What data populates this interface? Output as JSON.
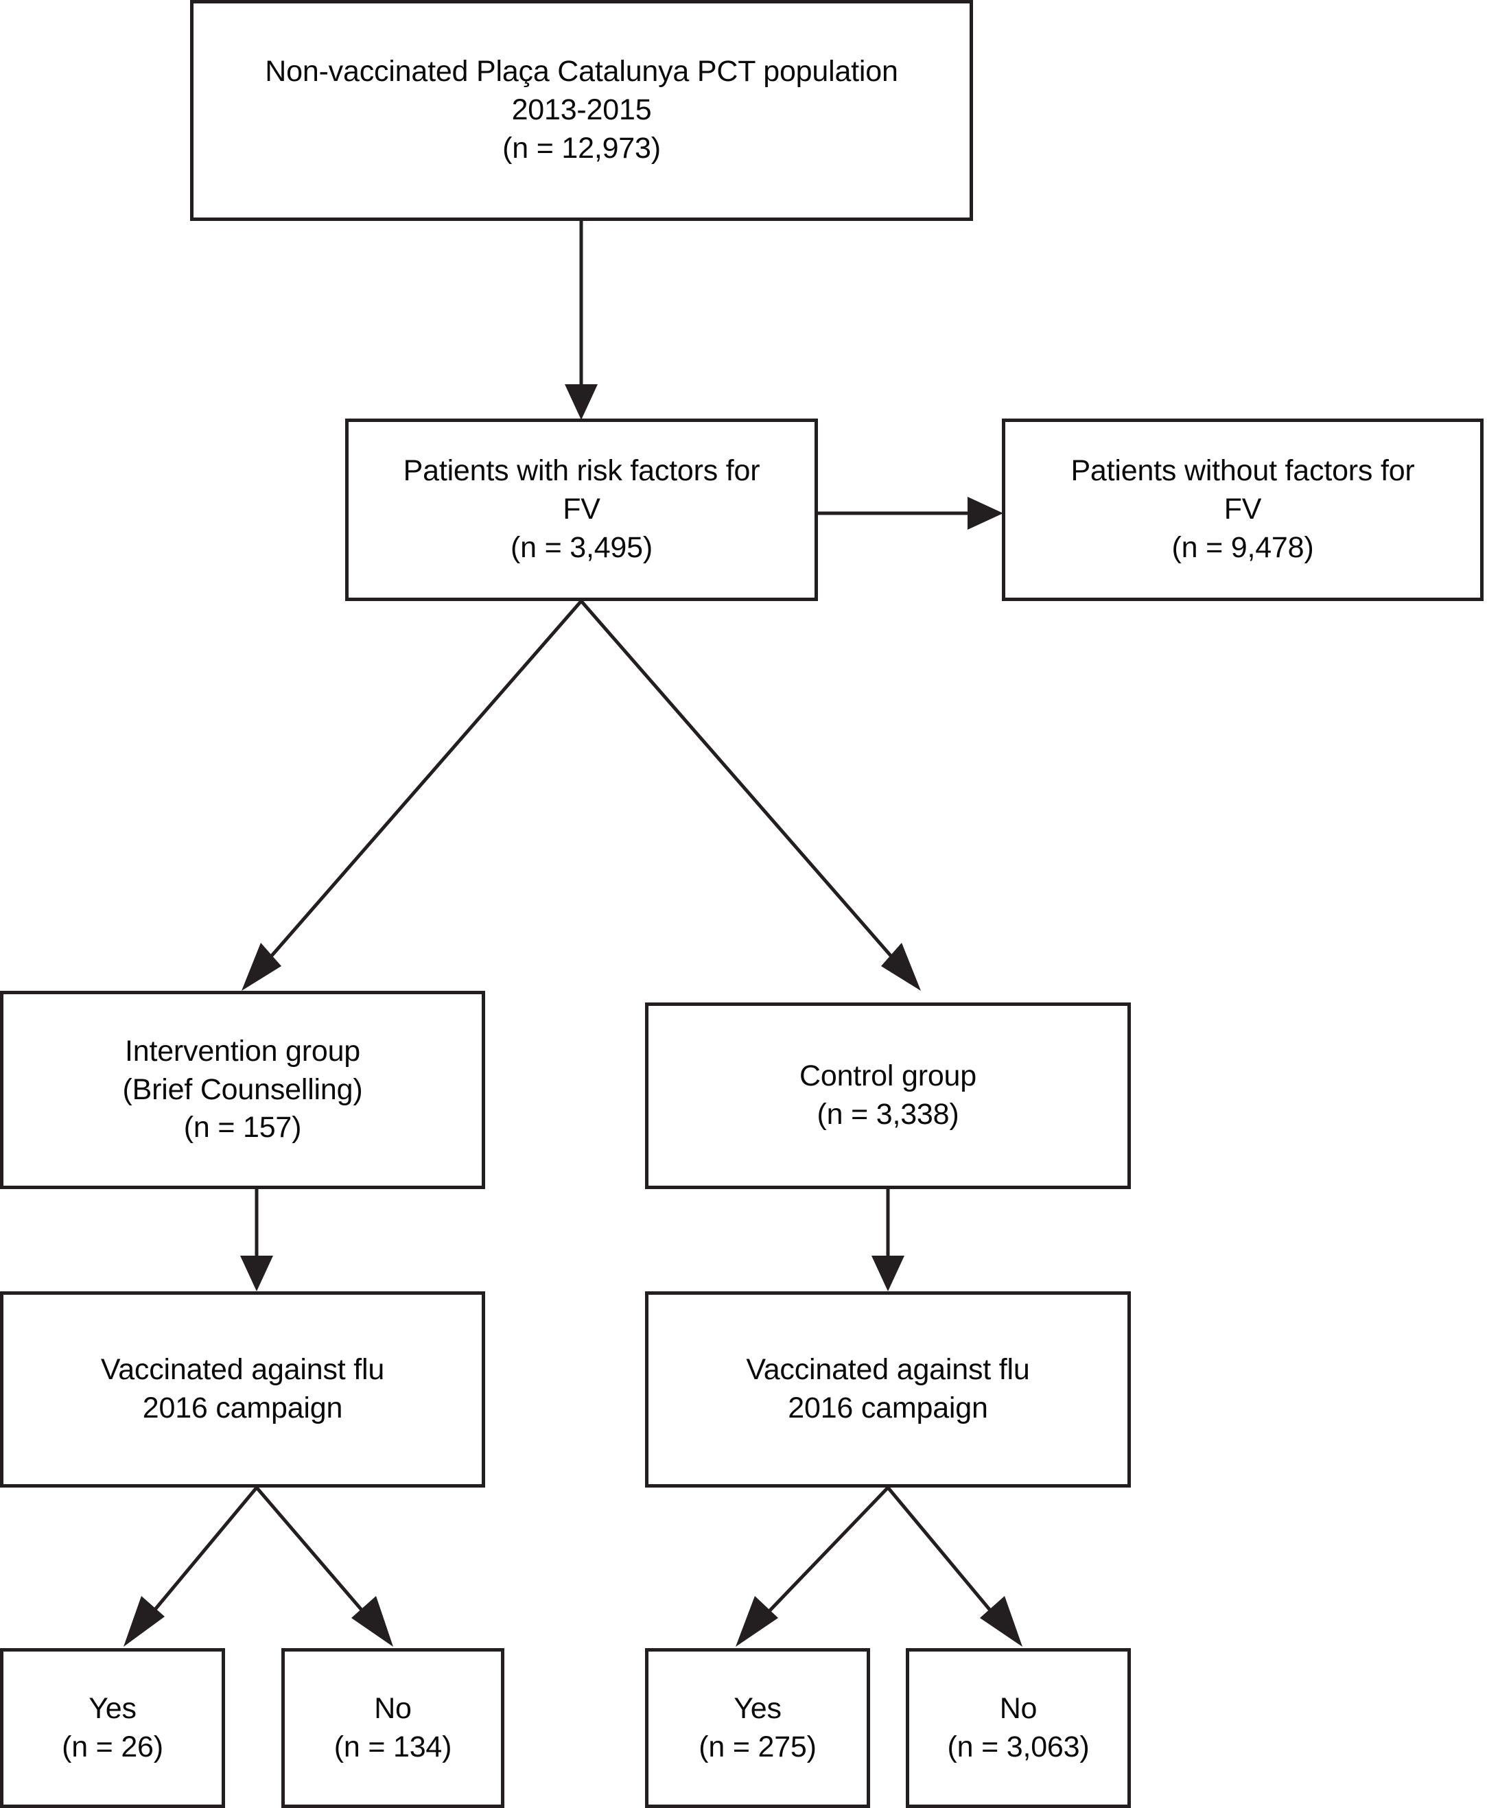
{
  "diagram": {
    "type": "flowchart",
    "title": "Study population flow diagram",
    "colors": {
      "box_border": "#231f20",
      "text": "#0a0a0a",
      "background": "#ffffff",
      "connector": "#231f20"
    },
    "nodes": [
      {
        "id": "source-population",
        "text": "Non-vaccinated Plaça Catalunya PCT population\n2013-2015\n(n = 12,973)",
        "label": "Non-vaccinated Plaça Catalunya PCT population",
        "period": "2013-2015",
        "n": "(n = 12,973)",
        "count": 12973
      },
      {
        "id": "with-risk-factors",
        "text": "Patients with risk factors for\nFV\n(n = 3,495)",
        "label": "Patients with risk factors for FV",
        "n": "(n = 3,495)",
        "count": 3495
      },
      {
        "id": "without-risk-factors",
        "text": "Patients without factors for\nFV\n(n = 9,478)",
        "label": "Patients without factors for FV",
        "n": "(n = 9,478)",
        "count": 9478
      },
      {
        "id": "intervention-group",
        "text": "Intervention group\n(Brief Counselling)\n(n = 157)",
        "label": "Intervention group (Brief Counselling)",
        "n": "(n = 157)",
        "count": 157
      },
      {
        "id": "control-group",
        "text": "Control group\n(n = 3,338)",
        "label": "Control group",
        "n": "(n = 3,338)",
        "count": 3338
      },
      {
        "id": "intervention-vaccinated",
        "text": "Vaccinated against flu\n2016 campaign",
        "label": "Vaccinated against flu 2016 campaign"
      },
      {
        "id": "control-vaccinated",
        "text": "Vaccinated against flu\n2016 campaign",
        "label": "Vaccinated against flu 2016 campaign"
      },
      {
        "id": "intervention-yes",
        "text": "Yes\n(n = 26)",
        "label": "Yes",
        "n": "(n = 26)",
        "count": 26
      },
      {
        "id": "intervention-no",
        "text": "No\n(n = 134)",
        "label": "No",
        "n": "(n = 134)",
        "count": 134
      },
      {
        "id": "control-yes",
        "text": "Yes\n(n = 275)",
        "label": "Yes",
        "n": "(n = 275)",
        "count": 275
      },
      {
        "id": "control-no",
        "text": "No\n(n = 3,063)",
        "label": "No",
        "n": "(n = 3,063)",
        "count": 3063
      }
    ]
  }
}
